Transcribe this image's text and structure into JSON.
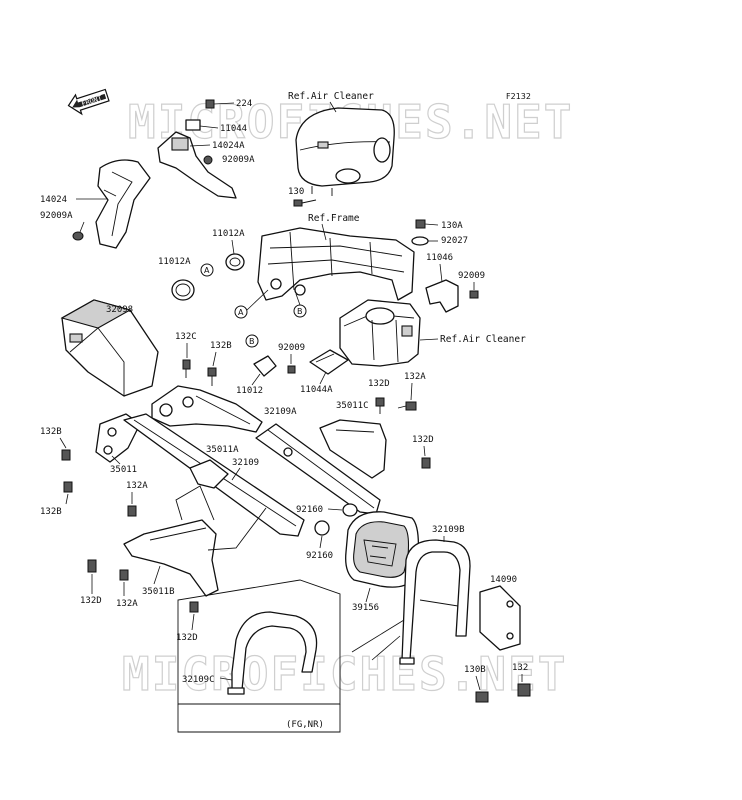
{
  "figure_code": "F2132",
  "watermark_text": "MICROFICHES.NET",
  "front_label": "FRONT",
  "references": {
    "air_cleaner_top": "Ref.Air Cleaner",
    "frame": "Ref.Frame",
    "air_cleaner_right": "Ref.Air Cleaner"
  },
  "note": "(FG,NR)",
  "circle_refs": {
    "a": "A",
    "b": "B"
  },
  "labels": {
    "p224": "224",
    "p11044": "11044",
    "p14024A": "14024A",
    "p92009A_top": "92009A",
    "p14024": "14024",
    "p92009A_left": "92009A",
    "p11012A_top": "11012A",
    "p11012A_left": "11012A",
    "p130": "130",
    "p130A": "130A",
    "p92027": "92027",
    "p11046": "11046",
    "p92009_right": "92009",
    "p32098": "32098",
    "p132C": "132C",
    "p132B_mid": "132B",
    "p11012": "11012",
    "p92009_mid": "92009",
    "p11044A": "11044A",
    "p132D_mid": "132D",
    "p132A_right": "132A",
    "p35011C": "35011C",
    "p32109A": "32109A",
    "p132B_left": "132B",
    "p35011": "35011",
    "p35011A": "35011A",
    "p32109": "32109",
    "p132D_right": "132D",
    "p132B_bottom": "132B",
    "p132A_mid": "132A",
    "p92160_top": "92160",
    "p92160_bot": "92160",
    "p32109B": "32109B",
    "p132D_left": "132D",
    "p132A_left": "132A",
    "p35011B": "35011B",
    "p14090": "14090",
    "p39156": "39156",
    "p132D_lower": "132D",
    "p130B": "130B",
    "p132": "132",
    "p32109C": "32109C"
  }
}
